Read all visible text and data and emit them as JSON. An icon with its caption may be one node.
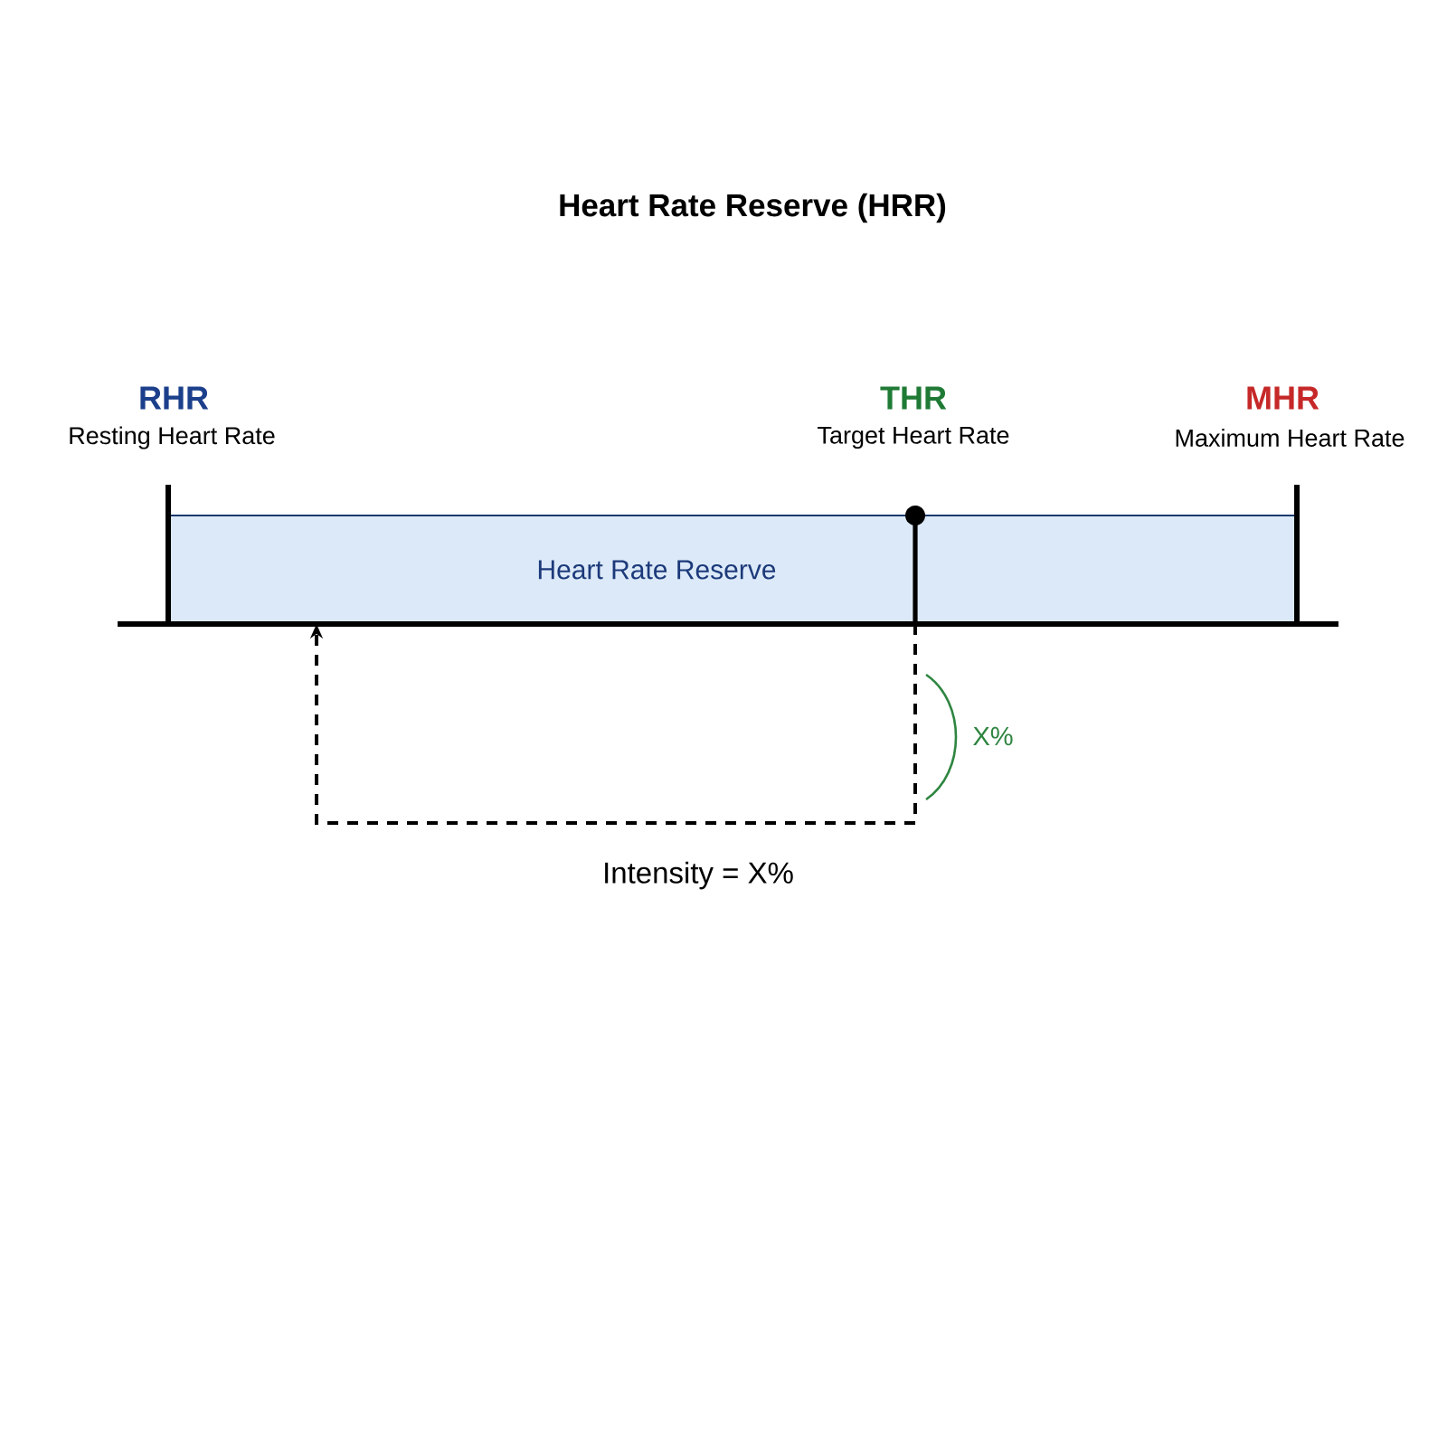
{
  "diagram": {
    "title": "Heart Rate Reserve (HRR)",
    "nodes": [
      {
        "text": [
          "Heart Rate Reserve"
        ]
      },
      {
        "text": [],
        "shape": "line"
      }
    ],
    "edges": [
      {
        "from": 1,
        "to": 0,
        "arrow": "to",
        "style": "dashed"
      }
    ],
    "labels": [
      "RHR",
      "THR",
      "MHR",
      "Resting Heart Rate",
      "Target Heart Rate",
      "Maximum Heart Rate",
      "X%",
      "Intensity = X%"
    ]
  }
}
